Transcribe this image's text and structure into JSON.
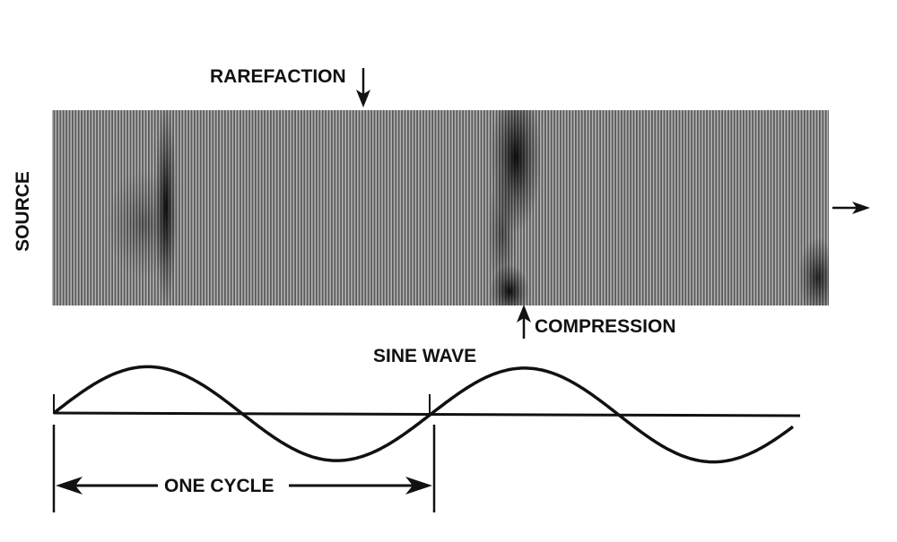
{
  "labels": {
    "source": "SOURCE",
    "rarefaction": "RAREFACTION",
    "compression": "COMPRESSION",
    "sine_wave": "SINE WAVE",
    "one_cycle": "ONE CYCLE"
  },
  "colors": {
    "ink": "#111111",
    "background": "#ffffff",
    "band_dark": "#000000",
    "band_light": "#ffffff"
  }
}
